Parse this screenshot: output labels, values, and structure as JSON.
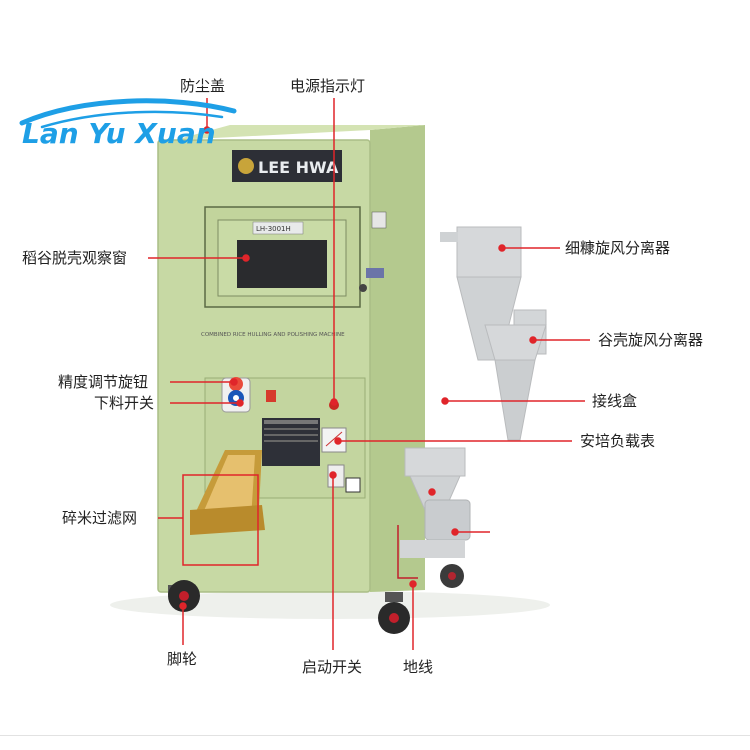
{
  "logo": {
    "text": "Lan Yu Xuan",
    "brand_color": "#1e9fe6"
  },
  "machine": {
    "brand": "LEE HWA",
    "model_plate": "LH-3001H",
    "banner": "COMBINED RICE HULLING AND POLISHING MACHINE",
    "body_color": "#c7d9a4",
    "cyclone_color": "#d5d7d8"
  },
  "labels": {
    "dust_cover": "防尘盖",
    "power_indicator": "电源指示灯",
    "observation_window": "稻谷脱壳观察窗",
    "fine_bran_cyclone": "细糠旋风分离器",
    "husk_cyclone": "谷壳旋风分离器",
    "precision_knob": "精度调节旋钮",
    "discharge_switch": "下料开关",
    "junction_box": "接线盒",
    "ammeter": "安培负载表",
    "broken_rice_screen": "碎米过滤网",
    "caster": "脚轮",
    "start_switch": "启动开关",
    "ground_wire": "地线"
  },
  "annotation_color": "#e0252a"
}
